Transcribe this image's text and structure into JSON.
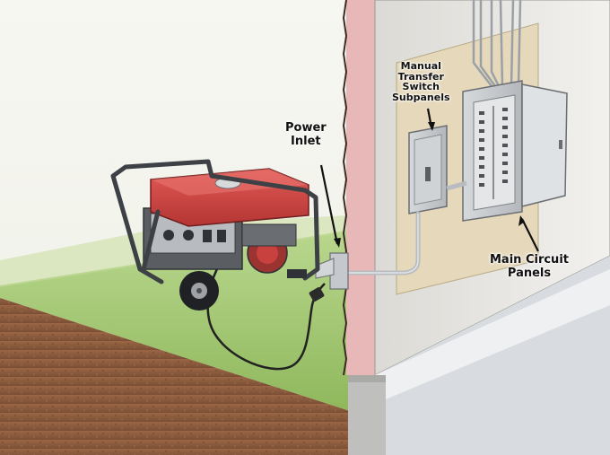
{
  "labels": {
    "power_inlet": [
      "Power",
      "Inlet"
    ],
    "transfer_switch": [
      "Manual",
      "Transfer",
      "Switch",
      "Subpanels"
    ],
    "main_panels": [
      "Main Circuit",
      "Panels"
    ]
  },
  "colors": {
    "generator_tank": "#c9413f",
    "frame": "#4a4d52",
    "grass": "#9fc46e",
    "soil": "#8a5a3c",
    "wall": "#e9e7e2",
    "siding": "#e8b7b8",
    "plywood": "#e6d9bb",
    "panel_gray": "#c8ccd0",
    "conduit": "#b8bcc0"
  }
}
